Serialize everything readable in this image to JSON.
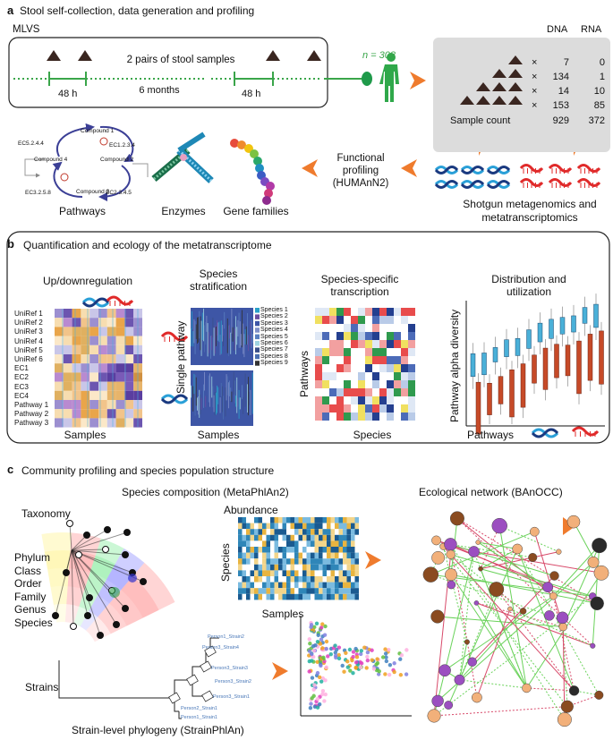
{
  "panel_a": {
    "letter": "a",
    "title": "Stool self-collection, data generation and profiling",
    "mlvs": "MLVS",
    "pairs": "2 pairs of stool samples",
    "h48_left": "48 h",
    "months6": "6 months",
    "h48_right": "48 h",
    "n_label": "n = 308",
    "dna": "DNA",
    "rna": "RNA",
    "counts": [
      {
        "mult": "×",
        "dna": "7",
        "rna": "0"
      },
      {
        "mult": "×",
        "dna": "134",
        "rna": "1"
      },
      {
        "mult": "×",
        "dna": "14",
        "rna": "10"
      },
      {
        "mult": "×",
        "dna": "153",
        "rna": "85"
      }
    ],
    "sample_count_label": "Sample count",
    "sample_count_dna": "929",
    "sample_count_rna": "372",
    "pathway_nodes": {
      "c1": "Compound 1",
      "c2": "Compound 2",
      "c3": "Compound 3",
      "c4": "Compound 4",
      "ec1": "EC1.2.3.4",
      "ec2": "EC2.3.4.5",
      "ec3": "EC3.2.5.8",
      "ec5": "EC5.2.4.4"
    },
    "pathways": "Pathways",
    "enzymes": "Enzymes",
    "gene_families": "Gene families",
    "functional_1": "Functional",
    "functional_2": "profiling",
    "functional_3": "(HUMAnN2)",
    "shotgun_1": "Shotgun metagenomics and",
    "shotgun_2": "metatranscriptomics"
  },
  "panel_b": {
    "letter": "b",
    "title": "Quantification and ecology of the metatranscriptome",
    "updown": "Up/downregulation",
    "rows": [
      "UniRef 1",
      "UniRef 2",
      "UniRef 3",
      "UniRef 4",
      "UniRef 5",
      "UniRef 6",
      "EC1",
      "EC2",
      "EC3",
      "EC4",
      "Pathway 1",
      "Pathway 2",
      "Pathway 3"
    ],
    "samples1": "Samples",
    "strat_1": "Species",
    "strat_2": "stratification",
    "single_pathway": "Single pathway",
    "species_legend": [
      "Species 1",
      "Species 2",
      "Species 3",
      "Species 4",
      "Species 5",
      "Species 6",
      "Species 7",
      "Species 8",
      "Species 9"
    ],
    "species_colors": [
      "#2aa0c8",
      "#6a4ea0",
      "#3e56a6",
      "#7f8fc8",
      "#5a7fc0",
      "#9fd3e0",
      "#3a4f8a",
      "#4b6fb0",
      "#333333"
    ],
    "samples2": "Samples",
    "spec_1": "Species-specific",
    "spec_2": "transcription",
    "pathways_axis": "Pathways",
    "species_axis": "Species",
    "dist_1": "Distribution and",
    "dist_2": "utilization",
    "alpha": "Pathway alpha diversity",
    "pathways_x": "Pathways"
  },
  "panel_c": {
    "letter": "c",
    "title": "Community profiling and species population structure",
    "composition": "Species composition (MetaPhlAn2)",
    "taxonomy": "Taxonomy",
    "ranks": [
      "Phylum",
      "Class",
      "Order",
      "Family",
      "Genus",
      "Species"
    ],
    "strains": "Strains",
    "abundance": "Abundance",
    "species_axis": "Species",
    "samples": "Samples",
    "strain_labels": [
      "Person1_Strain2",
      "Person3_Strain4",
      "Person3_Strain3",
      "Person3_Strain2",
      "Person3_Strain1",
      "Person2_Strain1",
      "Person1_Strain1"
    ],
    "strain_phylogeny": "Strain-level phylogeny (StrainPhlAn)",
    "network": "Ecological network (BAnOCC)"
  }
}
